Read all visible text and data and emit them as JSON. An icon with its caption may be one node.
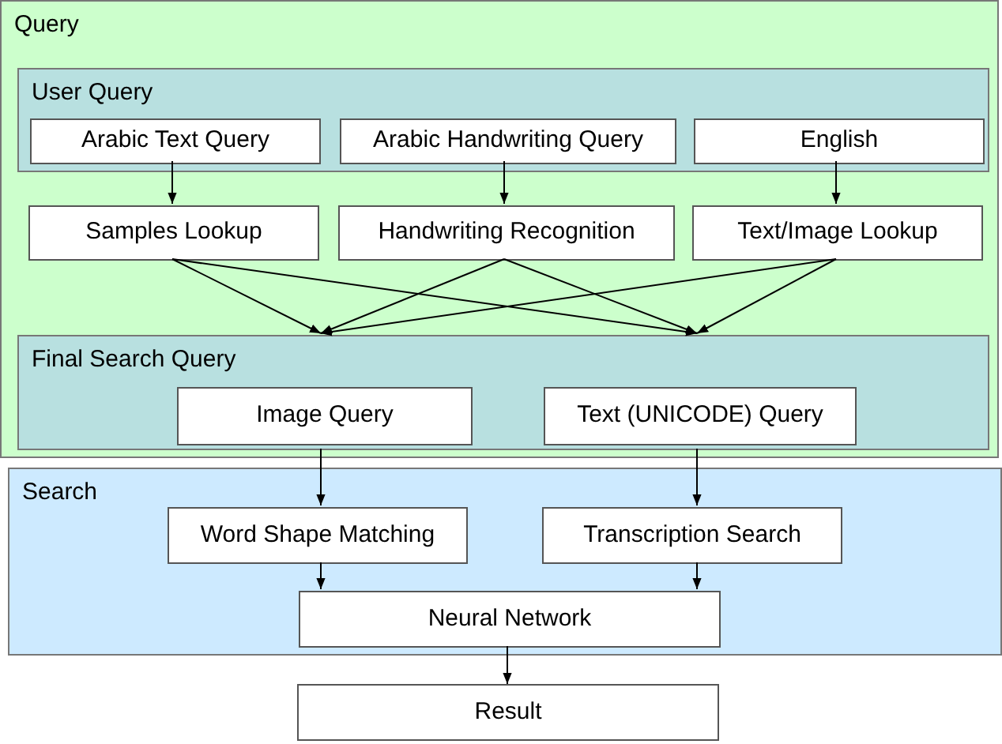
{
  "diagram": {
    "nodes": [
      {
        "text": [
          "Query"
        ]
      },
      {
        "text": [
          "User Query"
        ],
        "in": 0
      },
      {
        "text": [
          "Arabic Text Query"
        ],
        "in": 1
      },
      {
        "text": [
          "Arabic Handwriting Query"
        ],
        "in": 1
      },
      {
        "text": [
          "English"
        ],
        "in": 1
      },
      {
        "text": [
          "Samples Lookup"
        ],
        "in": 0
      },
      {
        "text": [
          "Handwriting Recognition"
        ],
        "in": 0
      },
      {
        "text": [
          "Text/Image Lookup"
        ],
        "in": 0
      },
      {
        "text": [
          "Final Search Query"
        ],
        "in": 0
      },
      {
        "text": [
          "Image Query"
        ],
        "in": 8
      },
      {
        "text": [
          "Text (UNICODE) Query"
        ],
        "in": 8
      },
      {
        "text": [
          "Search"
        ]
      },
      {
        "text": [
          "Word Shape Matching"
        ],
        "in": 11
      },
      {
        "text": [
          "Transcription Search"
        ],
        "in": 11
      },
      {
        "text": [
          "Neural Network"
        ],
        "in": 11
      },
      {
        "text": [
          "Result"
        ]
      }
    ],
    "edges": [
      {
        "from": 2,
        "to": 5,
        "arrow": "to"
      },
      {
        "from": 3,
        "to": 6,
        "arrow": "to"
      },
      {
        "from": 4,
        "to": 7,
        "arrow": "to"
      },
      {
        "from": 5,
        "to": 8,
        "arrow": "to"
      },
      {
        "from": 5,
        "to": 8,
        "arrow": "to"
      },
      {
        "from": 6,
        "to": 8,
        "arrow": "to"
      },
      {
        "from": 6,
        "to": 8,
        "arrow": "to"
      },
      {
        "from": 7,
        "to": 8,
        "arrow": "to"
      },
      {
        "from": 7,
        "to": 8,
        "arrow": "to"
      },
      {
        "from": 8,
        "to": 12,
        "arrow": "to"
      },
      {
        "from": 8,
        "to": 13,
        "arrow": "to"
      },
      {
        "from": 12,
        "to": 14,
        "arrow": "to"
      },
      {
        "from": 13,
        "to": 14,
        "arrow": "to"
      },
      {
        "from": 14,
        "to": 15,
        "arrow": "to"
      }
    ]
  }
}
